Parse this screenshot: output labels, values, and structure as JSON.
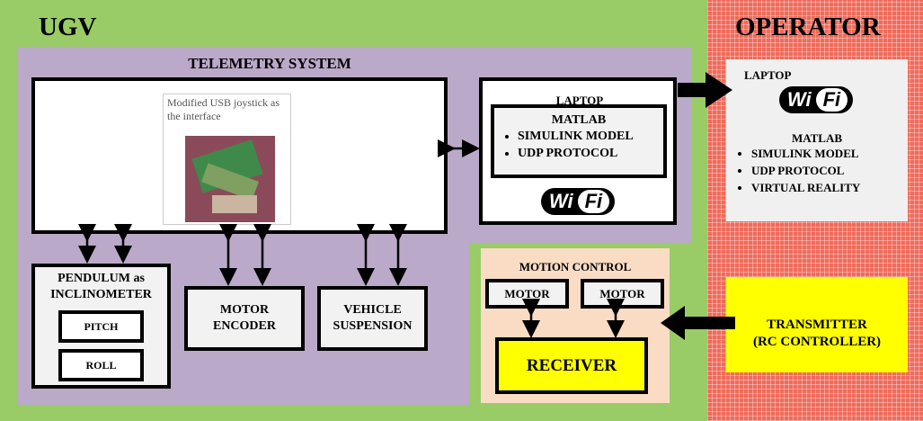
{
  "ugv": {
    "title": "UGV"
  },
  "operator": {
    "title": "OPERATOR",
    "laptop_label": "LAPTOP",
    "matlab_label": "MATLAB",
    "bullets": [
      "SIMULINK MODEL",
      "UDP PROTOCOL",
      "VIRTUAL REALITY"
    ],
    "wifi": {
      "left": "Wi",
      "right": "Fi"
    }
  },
  "telemetry": {
    "title": "TELEMETRY SYSTEM",
    "image_caption": "Modified USB joystick as the interface",
    "laptop": {
      "label": "LAPTOP",
      "matlab_label": "MATLAB",
      "bullets": [
        "SIMULINK MODEL",
        "UDP PROTOCOL"
      ],
      "wifi": {
        "left": "Wi",
        "right": "Fi"
      }
    }
  },
  "pendulum": {
    "label_line1": "PENDULUM as",
    "label_line2": "INCLINOMETER",
    "pitch": "PITCH",
    "roll": "ROLL"
  },
  "motor_encoder": {
    "line1": "MOTOR",
    "line2": "ENCODER"
  },
  "vehicle_suspension": {
    "line1": "VEHICLE",
    "line2": "SUSPENSION"
  },
  "motion_control": {
    "title": "MOTION CONTROL",
    "motor1": "MOTOR",
    "motor2": "MOTOR",
    "receiver": "RECEIVER"
  },
  "transmitter": {
    "line1": "TRANSMITTER",
    "line2": "(RC CONTROLLER)"
  },
  "colors": {
    "ugv_bg": "#99cc66",
    "operator_bg": "#f06a5a",
    "telemetry_bg": "#bba9c9",
    "motion_bg": "#fadcc4",
    "highlight_yellow": "#ffff00"
  }
}
